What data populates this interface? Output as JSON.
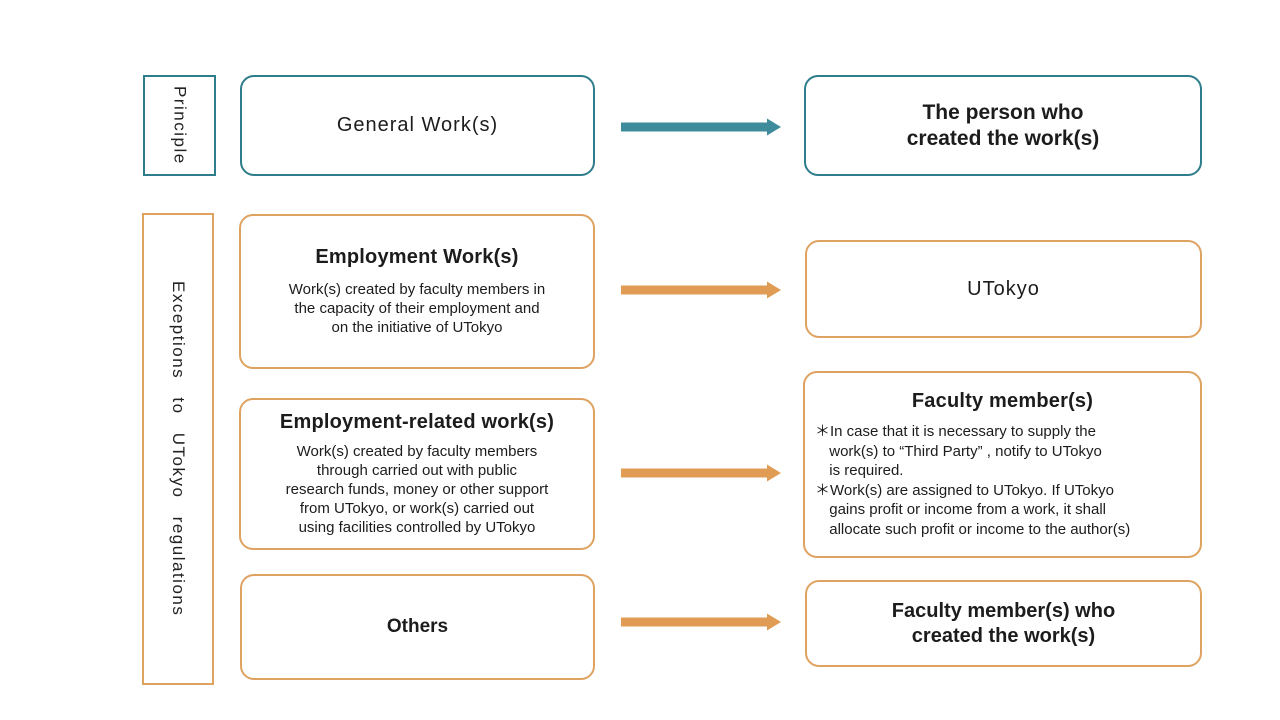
{
  "colors": {
    "teal_border": "#2e7d8c",
    "teal_arrow": "#3e8c9b",
    "orange_border": "#dfa361",
    "orange_arrow": "#e09c54",
    "text": "#1c1c1c",
    "background": "#ffffff"
  },
  "side_labels": {
    "principle": {
      "label": "Principle"
    },
    "exceptions": {
      "label": "Exceptions to UTokyo regulations"
    }
  },
  "rows": [
    {
      "left": {
        "title_lines": [
          "General Work(s)"
        ]
      },
      "right": {
        "title_lines": [
          "The person who",
          "created the work(s)"
        ]
      }
    },
    {
      "left": {
        "title_lines": [
          "Employment Work(s)"
        ],
        "body_lines": [
          "Work(s) created by faculty members in",
          "the capacity of their employment and",
          "on the initiative of UTokyo"
        ]
      },
      "right": {
        "title_lines": [
          "UTokyo"
        ]
      }
    },
    {
      "left": {
        "title_lines": [
          "Employment-related work(s)"
        ],
        "body_lines": [
          "Work(s) created by faculty members",
          "through carried out with public",
          "research funds, money or other support",
          "from UTokyo, or work(s) carried out",
          "using facilities controlled by UTokyo"
        ]
      },
      "right": {
        "title_lines": [
          "Faculty member(s)"
        ],
        "notes": [
          {
            "lines": [
              "＊In case that it is necessary to supply the",
              "work(s) to “Third Party” , notify to UTokyo",
              "is required."
            ]
          },
          {
            "lines": [
              "＊Work(s) are assigned to UTokyo. If UTokyo",
              "gains profit or income from a work, it shall",
              "allocate such profit or income to the author(s)"
            ]
          }
        ]
      }
    },
    {
      "left": {
        "title_lines": [
          "Others"
        ]
      },
      "right": {
        "title_lines": [
          "Faculty member(s) who",
          "created the work(s)"
        ]
      }
    }
  ]
}
